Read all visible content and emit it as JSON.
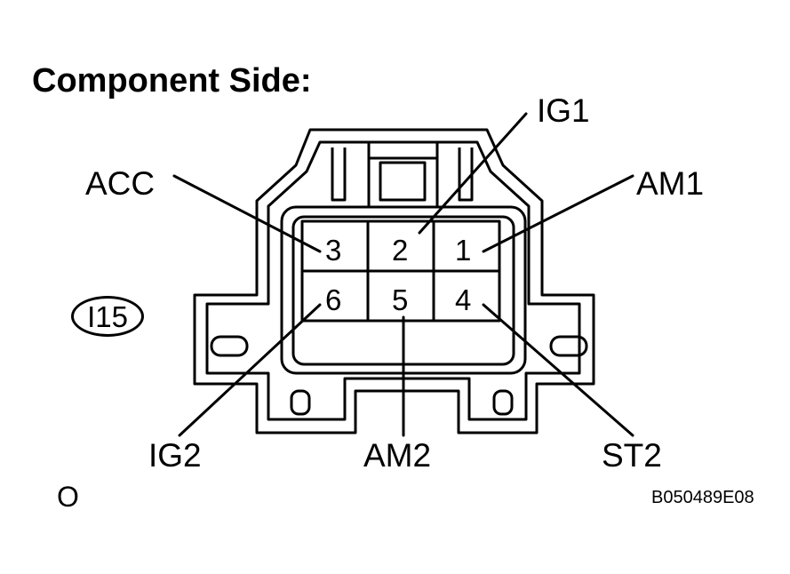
{
  "title": "Component Side:",
  "connector_id": "I15",
  "footer_left": "O",
  "figure_code": "B050489E08",
  "pins": [
    {
      "number": "1",
      "signal": "AM1"
    },
    {
      "number": "2",
      "signal": "IG1"
    },
    {
      "number": "3",
      "signal": "ACC"
    },
    {
      "number": "4",
      "signal": "ST2"
    },
    {
      "number": "5",
      "signal": "AM2"
    },
    {
      "number": "6",
      "signal": "IG2"
    }
  ]
}
